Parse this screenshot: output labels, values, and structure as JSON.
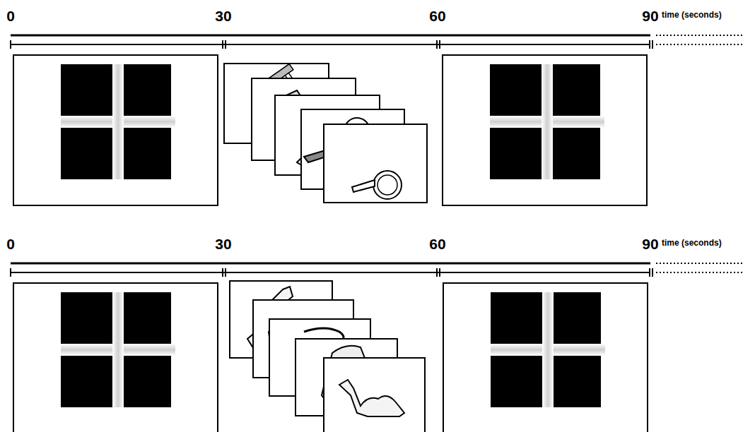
{
  "diagram": {
    "labels": [
      "0",
      "30",
      "60",
      "90",
      "time (seconds)",
      "0",
      "30",
      "60",
      "90",
      "time (seconds)"
    ]
  }
}
